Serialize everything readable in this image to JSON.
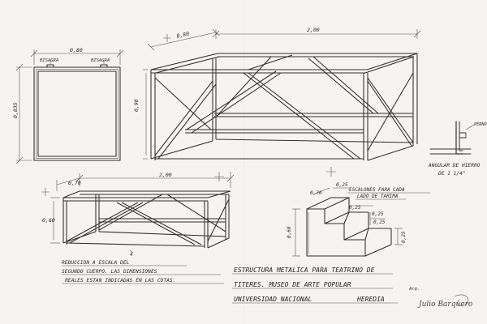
{
  "front_view": {
    "width": "0,80",
    "height": "0,835",
    "hinge_left": "BISAGRA",
    "hinge_right": "BISAGRA"
  },
  "perspective_view": {
    "depth": "0,80",
    "length": "2,00",
    "height": "0,90"
  },
  "detail": {
    "label": "PERNO",
    "caption_line1": "ANGULAR DE HIERRO",
    "caption_line2": "DE 1 1/4\""
  },
  "second_body": {
    "depth": "0,70",
    "length": "2,00",
    "height": "0,60",
    "number": "4",
    "note_line1": "REDUCCION A ESCALA DEL",
    "note_line2": "SEGUNDO CUERPO. LAS DIMENSIONES",
    "note_line3": "REALES ESTAN INDICADAS EN LAS COTAS."
  },
  "steps": {
    "label_line1": "ESCALONES PARA CADA",
    "label_line2": "LADO DE TARIMA",
    "top_width": "0,25",
    "top_height": "0,25",
    "step_depth": "0,25",
    "step_height": "0,25",
    "front_depth": "0,70",
    "total_height": "0,60",
    "bottom_height": "0,25"
  },
  "title_block": {
    "line1": "ESTRUCTURA METALICA PARA TEATRINO DE",
    "line2": "TITERES. MUSEO DE ARTE POPULAR",
    "line3": "UNIVERSIDAD NACIONAL",
    "line3_city": "HEREDIA",
    "author_prefix": "Arq.",
    "author": "Julio Barquero"
  }
}
